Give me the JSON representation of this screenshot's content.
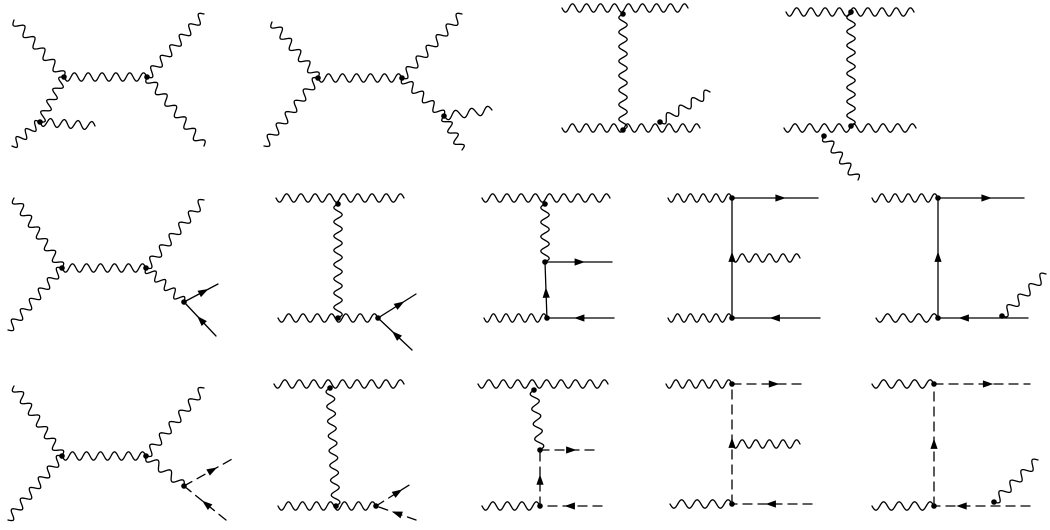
{
  "diagram": {
    "type": "feynman-diagram-grid",
    "rows": [
      {
        "name": "row-gluon-four-point",
        "panels": [
          "gluon-s-channel-external-emission",
          "gluon-s-channel-external-emission-right",
          "gluon-t-channel-emission-bottom-right",
          "gluon-t-channel-emission-bottom-left"
        ]
      },
      {
        "name": "row-quark-final-state",
        "panels": [
          "s-channel-quark-pair",
          "t-channel-quark-pair",
          "quark-exchange-gluon-top",
          "quark-box-gluon-middle",
          "quark-box-gluon-bottom-right"
        ]
      },
      {
        "name": "row-ghost-final-state",
        "panels": [
          "s-channel-ghost-pair",
          "t-channel-ghost-pair",
          "ghost-exchange-gluon-top",
          "ghost-box-gluon-middle",
          "ghost-box-gluon-bottom-right"
        ]
      }
    ],
    "line_styles": {
      "gluon": "wavy",
      "quark": "solid-with-arrow",
      "ghost": "dashed-with-arrow"
    },
    "colors": {
      "ink": "#000000",
      "background": "#ffffff"
    }
  }
}
